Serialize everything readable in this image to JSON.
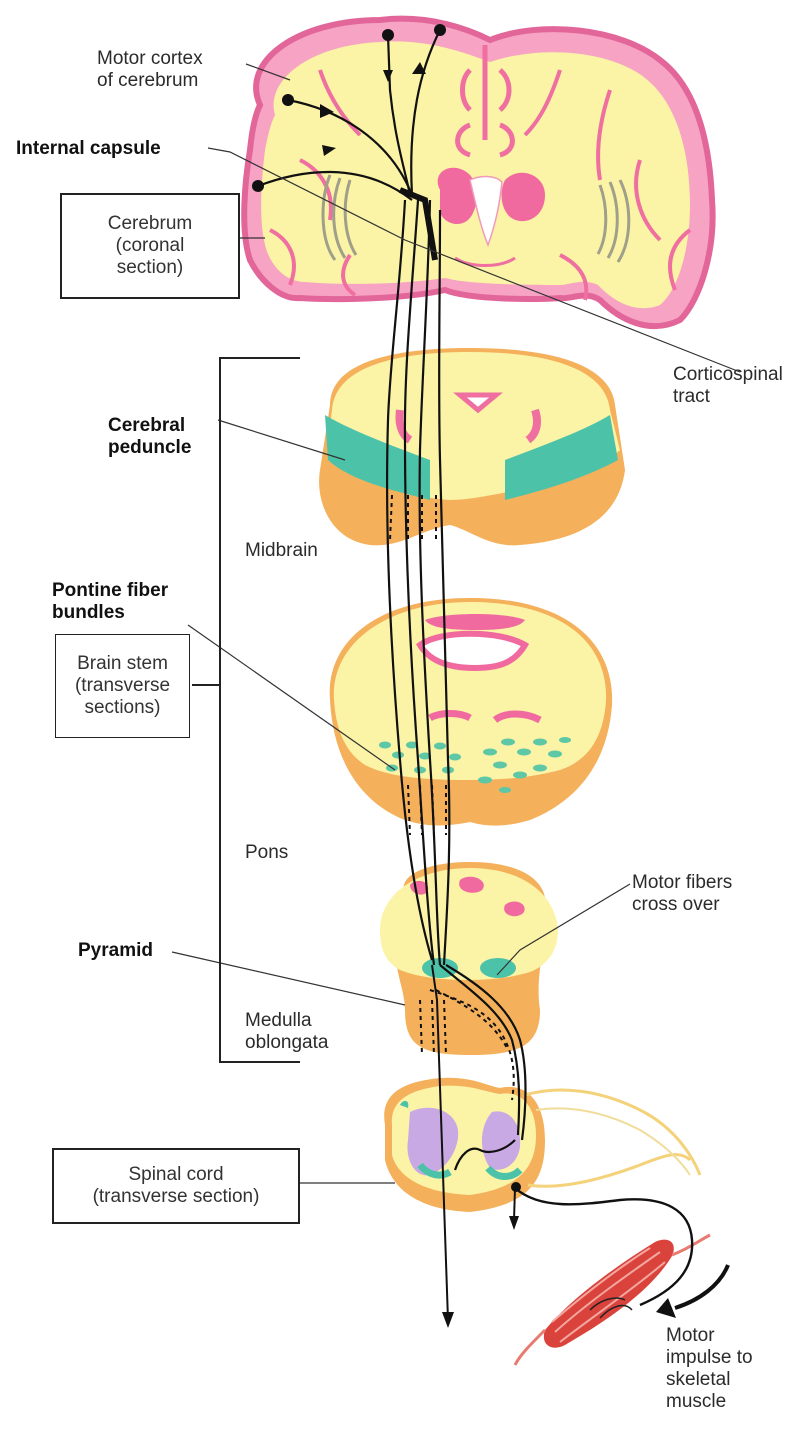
{
  "labels": {
    "motor_cortex": "Motor cortex\nof cerebrum",
    "internal_capsule": "Internal capsule",
    "cerebral_peduncle": "Cerebral\npeduncle",
    "pontine_fiber_bundles": "Pontine fiber\nbundles",
    "pyramid": "Pyramid",
    "corticospinal_tract": "Corticospinal\ntract",
    "midbrain": "Midbrain",
    "pons": "Pons",
    "medulla_oblongata": "Medulla\noblongata",
    "motor_fibers_cross_over": "Motor fibers\ncross over",
    "motor_impulse": "Motor\nimpulse to\nskeletal\nmuscle"
  },
  "boxes": {
    "cerebrum": "Cerebrum\n(coronal\nsection)",
    "brain_stem": "Brain stem\n(transverse\nsections)",
    "spinal_cord": "Spinal cord\n(transverse section)"
  },
  "colors": {
    "cortex_pink": "#f07aa8",
    "tissue_yellow": "#fbf3a6",
    "peduncle_teal": "#4cc3a8",
    "brainstem_orange": "#f4b05a",
    "muscle_red": "#d9433b",
    "tract_black": "#111111"
  }
}
